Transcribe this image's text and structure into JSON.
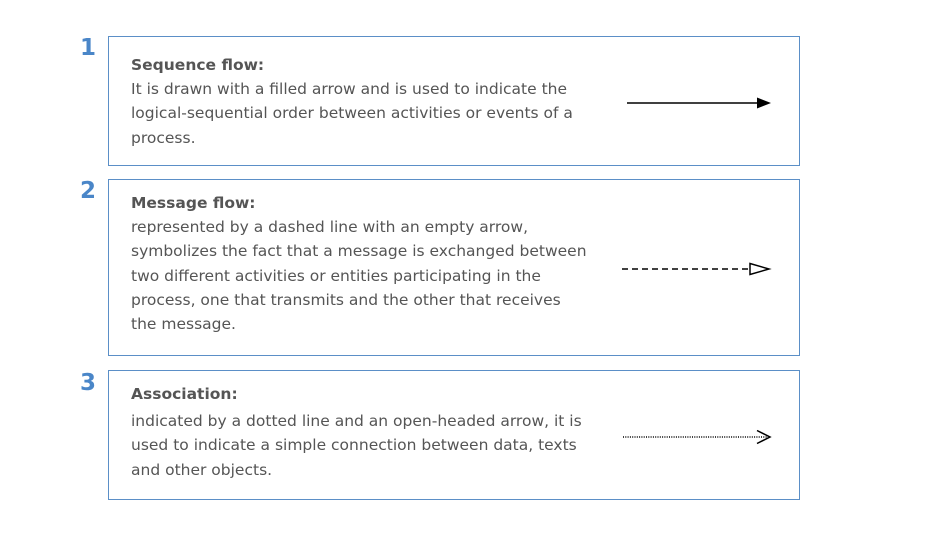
{
  "items": [
    {
      "number": "1",
      "title": "Sequence flow:",
      "description": "It is drawn with a filled arrow and is used to indicate the logical-sequential order between activities or events of a process.",
      "arrow": "filled-arrow"
    },
    {
      "number": "2",
      "title": "Message flow:",
      "description": "represented by a dashed line with an empty arrow, symbolizes the fact that a message is exchanged between two different activities or entities participating in the process, one that transmits and the other that receives the message.",
      "arrow": "dashed-empty-arrow"
    },
    {
      "number": "3",
      "title": "Association:",
      "description": "indicated by a dotted line and an open-headed arrow, it is used to indicate a simple connection between data, texts and other objects.",
      "arrow": "dotted-open-arrow"
    }
  ],
  "colors": {
    "accent": "#4a86c8",
    "border": "#5b8fc7",
    "text": "#555555",
    "line": "#000000"
  }
}
